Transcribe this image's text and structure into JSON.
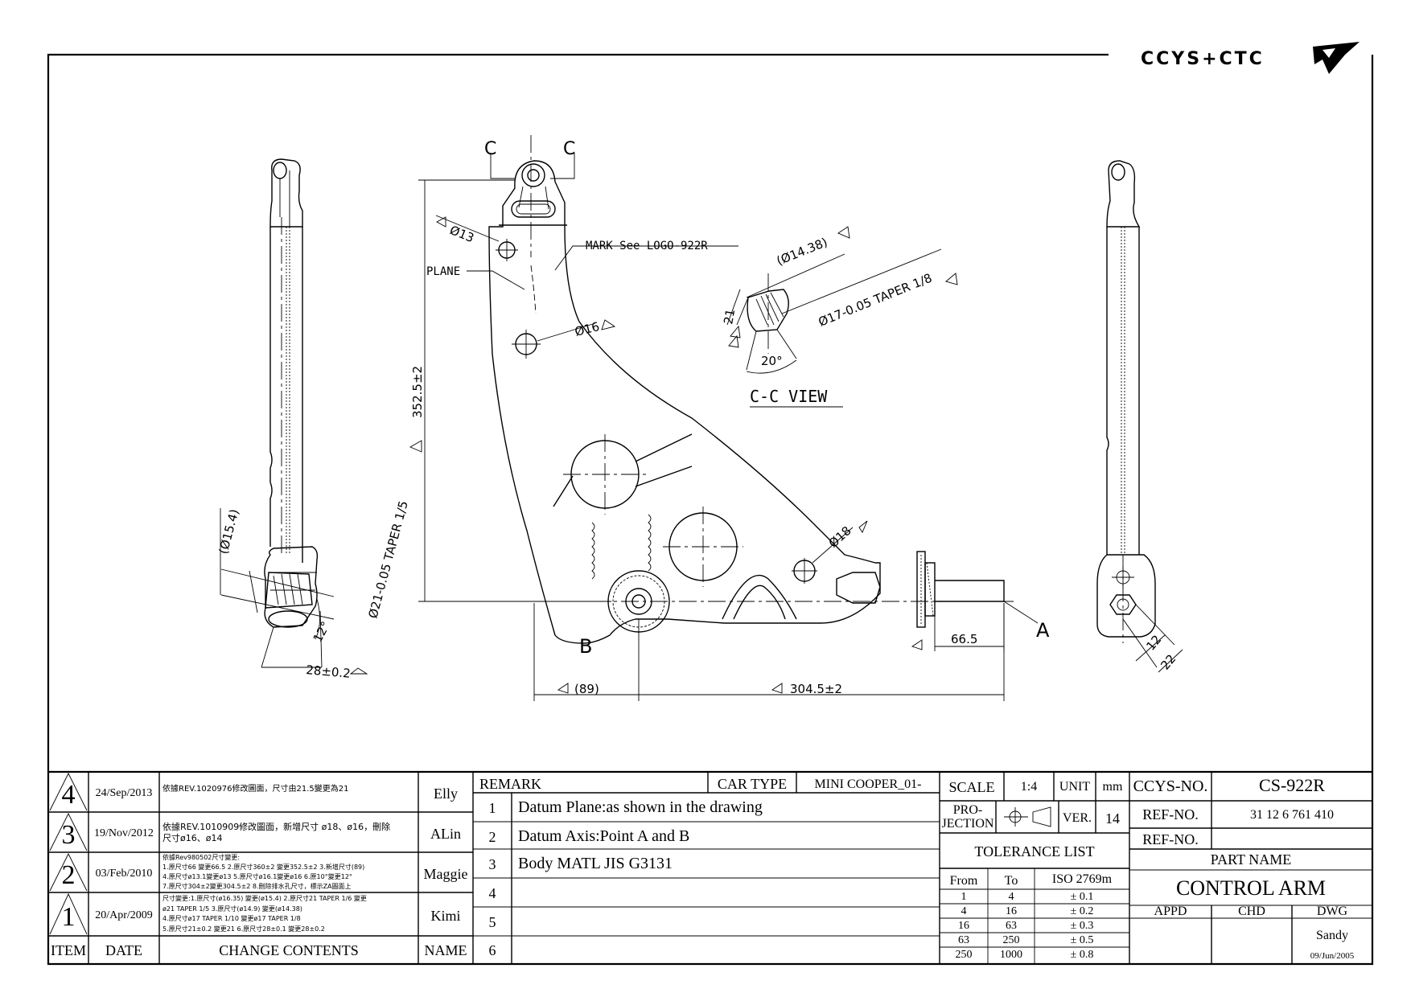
{
  "logo": {
    "text": "CCYS+CTC"
  },
  "dimensions": {
    "d13": "Ø13",
    "plane": "PLANE",
    "mark": "MARK See LOGO-922R",
    "d16": "Ø16",
    "d18": "Ø18",
    "len352": "352.5±2",
    "len89": "(89)",
    "len304": "304.5±2",
    "len665": "66.5",
    "pointA": "A",
    "pointB": "B",
    "secC1": "C",
    "secC2": "C",
    "d1438": "(Ø14.38)",
    "taper18": "Ø17-0.05 TAPER 1/8",
    "dim21": "21",
    "ang20": "20°",
    "ccview": "C-C VIEW",
    "d154": "(Ø15.4)",
    "taper15": "Ø21-0.05 TAPER 1/5",
    "ang12": "12°",
    "len28": "28±0.2",
    "r12": "12",
    "r22": "22"
  },
  "revisions": [
    {
      "num": "4",
      "date": "24/Sep/2013",
      "content": [
        "依據REV.1020976修改圖面，尺寸由21.5變更為21"
      ],
      "name": "Elly"
    },
    {
      "num": "3",
      "date": "19/Nov/2012",
      "content": [
        "依據REV.1010909修改圖面，新增尺寸 ø18、ø16，刪除",
        "尺寸ø16、ø14"
      ],
      "name": "ALin"
    },
    {
      "num": "2",
      "date": "03/Feb/2010",
      "content": [
        "依據Rev980502尺寸變更:",
        "1.原尺寸66 變更66.5 2.原尺寸360±2 變更352.5±2 3.新增尺寸(89)",
        "4.原尺寸ø13.1變更ø13 5.原尺寸ø16.1變更ø16 6.原10°變更12°",
        "7.原尺寸304±2變更304.5±2 8.刪除排水孔尺寸，標示ZA圖面上"
      ],
      "name": "Maggie"
    },
    {
      "num": "1",
      "date": "20/Apr/2009",
      "content": [
        "尺寸變更:1.原尺寸(ø16.35) 變更(ø15.4) 2.原尺寸21 TAPER 1/6 變更",
        "ø21 TAPER 1/5    3.原尺寸(ø14.9) 變更(ø14.38)",
        "4.原尺寸ø17 TAPER 1/10 變更ø17 TAPER 1/8",
        "5.原尺寸21±0.2 變更21    6.原尺寸28±0.1 變更28±0.2"
      ],
      "name": "Kimi"
    }
  ],
  "revision_header": {
    "item": "ITEM",
    "date": "DATE",
    "change": "CHANGE CONTENTS",
    "name": "NAME"
  },
  "remarks": {
    "label": "REMARK",
    "car_type_label": "CAR TYPE",
    "car_type": "MINI COOPER_01-",
    "items": [
      {
        "num": "1",
        "text": "Datum Plane:as shown in the drawing"
      },
      {
        "num": "2",
        "text": "Datum Axis:Point A and B"
      },
      {
        "num": "3",
        "text": "Body MATL JIS G3131"
      },
      {
        "num": "4",
        "text": ""
      },
      {
        "num": "5",
        "text": ""
      },
      {
        "num": "6",
        "text": ""
      }
    ]
  },
  "scale_block": {
    "scale_label": "SCALE",
    "scale": "1:4",
    "unit_label": "UNIT",
    "unit": "mm",
    "projection_label_1": "PRO-",
    "projection_label_2": "JECTION",
    "ver_label": "VER.",
    "ver": "14"
  },
  "tolerance": {
    "title": "TOLERANCE LIST",
    "headers": [
      "From",
      "To",
      "ISO 2769m"
    ],
    "rows": [
      [
        "1",
        "4",
        "± 0.1"
      ],
      [
        "4",
        "16",
        "± 0.2"
      ],
      [
        "16",
        "63",
        "± 0.3"
      ],
      [
        "63",
        "250",
        "± 0.5"
      ],
      [
        "250",
        "1000",
        "± 0.8"
      ]
    ]
  },
  "title_block": {
    "ccys_label": "CCYS-NO.",
    "ccys_no": "CS-922R",
    "ref_label_1": "REF-NO.",
    "ref_no_1": "31 12 6 761 410",
    "ref_label_2": "REF-NO.",
    "ref_no_2": "",
    "part_name_label": "PART NAME",
    "part_name": "CONTROL ARM",
    "appd_label": "APPD",
    "chd_label": "CHD",
    "dwg_label": "DWG",
    "dwg_by": "Sandy",
    "dwg_date": "09/Jun/2005"
  }
}
